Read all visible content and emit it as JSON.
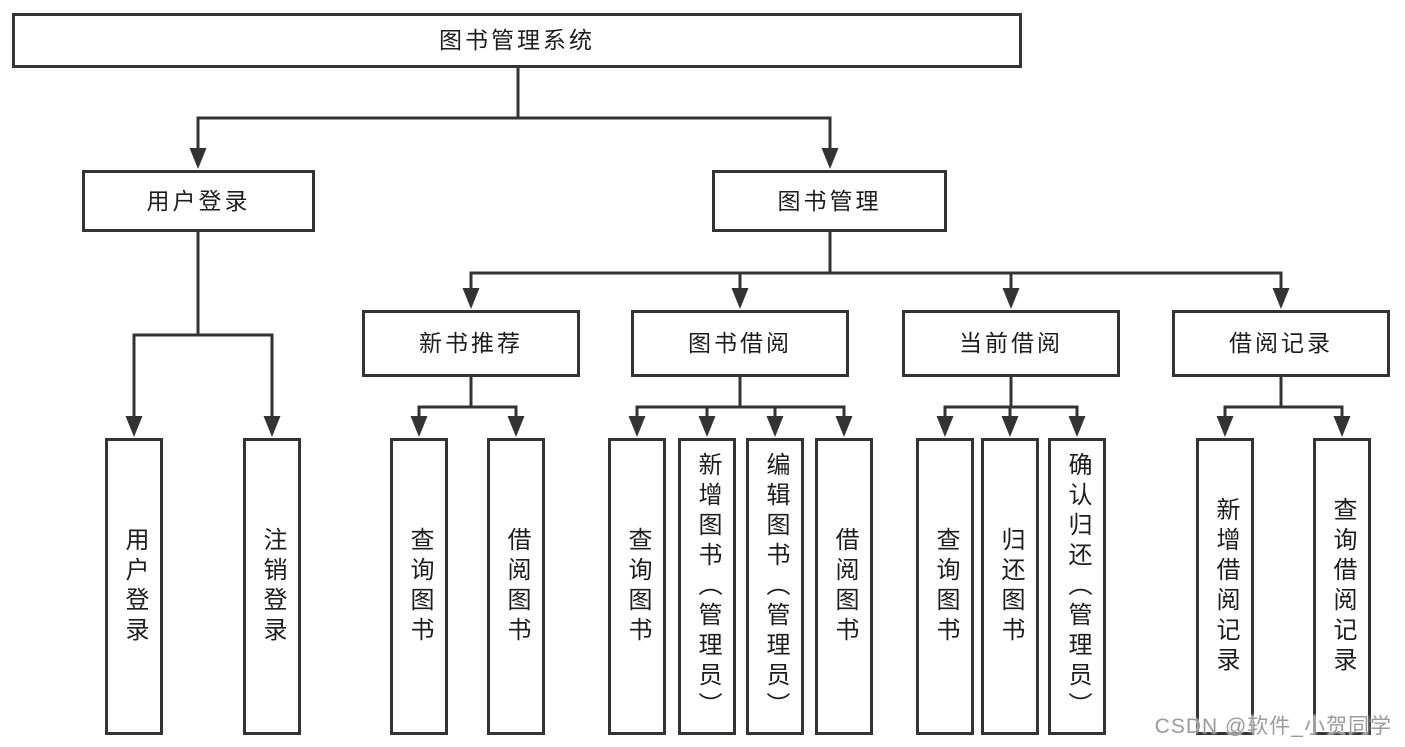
{
  "diagram": {
    "root": {
      "label": "图书管理系统"
    },
    "level2": [
      {
        "label": "用户登录"
      },
      {
        "label": "图书管理"
      }
    ],
    "level3": [
      {
        "label": "新书推荐"
      },
      {
        "label": "图书借阅"
      },
      {
        "label": "当前借阅"
      },
      {
        "label": "借阅记录"
      }
    ],
    "leaves": {
      "user_login": [
        {
          "label": "用户登录"
        },
        {
          "label": "注销登录"
        }
      ],
      "new_book_recommend": [
        {
          "label": "查询图书"
        },
        {
          "label": "借阅图书"
        }
      ],
      "book_borrow": [
        {
          "label": "查询图书"
        },
        {
          "label": "新增图书（管理员）"
        },
        {
          "label": "编辑图书（管理员）"
        },
        {
          "label": "借阅图书"
        }
      ],
      "current_borrow": [
        {
          "label": "查询图书"
        },
        {
          "label": "归还图书"
        },
        {
          "label": "确认归还（管理员）"
        }
      ],
      "borrow_records": [
        {
          "label": "新增借阅记录"
        },
        {
          "label": "查询借阅记录"
        }
      ]
    },
    "watermark": "CSDN @软件_小贺同学",
    "colors": {
      "line": "#333333",
      "text": "#1d1d1f",
      "box_bg": "#ffffff",
      "watermark": "#9b9b9b",
      "background": "#ffffff"
    }
  }
}
